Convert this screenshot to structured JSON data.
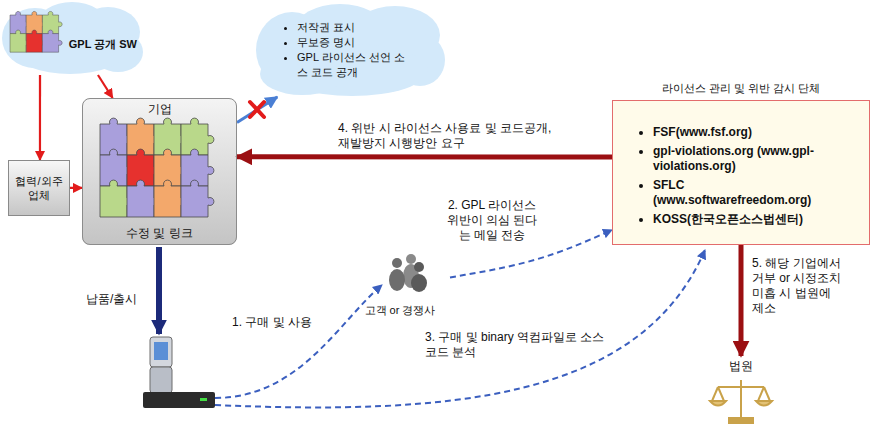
{
  "diagram": {
    "nodes": [
      {
        "text": [
          "GPL 공개 SW"
        ]
      },
      {
        "text": [
          "협력/외주 업체"
        ]
      },
      {
        "text": [
          "기업",
          "수정 및 링크"
        ]
      },
      {
        "text": [
          "저작권 표시",
          "무보증 명시",
          "GPL 라이선스 선언 소스 코드 공개"
        ]
      },
      {
        "text": [
          "라이선스 관리 및 위반 감시 단체",
          "FSF(www.fsf.org)",
          "gpl-violations.org (www.gpl-violations.org)",
          "SFLC (www.softwarefreedom.org)",
          "KOSS(한국오픈소스법센터)"
        ]
      },
      {
        "text": [
          "고객 or 경쟁사"
        ]
      },
      {
        "text": [
          "법원"
        ]
      }
    ],
    "edges": [
      {
        "from": 0,
        "to": 1,
        "arrow": "to"
      },
      {
        "from": 1,
        "to": 2,
        "arrow": "to"
      },
      {
        "from": 0,
        "to": 2,
        "arrow": "to"
      },
      {
        "from": 2,
        "to": 3,
        "arrow": "to"
      },
      {
        "from": 4,
        "to": 2,
        "arrow": "to",
        "label": "4. 위반 시 라이선스 사용료 및 코드공개, 재발방지 시행방안 요구"
      },
      {
        "from": 5,
        "to": 4,
        "arrow": "to",
        "label": "2. GPL 라이선스 위반이 의심 된다는 메일 전송"
      },
      {
        "from": 4,
        "to": 6,
        "arrow": "to",
        "label": "5. 해당 기업에서 거부 or 시정조치 미흡 시 법원에 제소"
      }
    ],
    "labels": [
      "납품/출시",
      "1. 구매 및 사용",
      "3. 구매 및 binary 역컴파일로 소스코드 분석"
    ]
  }
}
